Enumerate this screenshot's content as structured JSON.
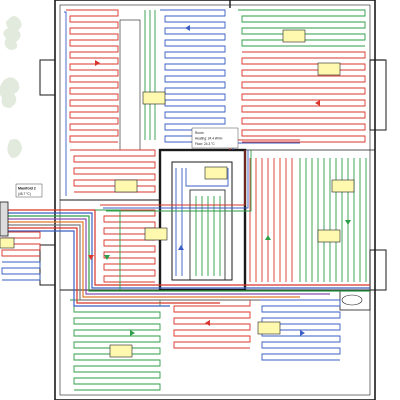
{
  "manifold": {
    "title": "Manifold 2",
    "temp": "(45.7 °C)"
  },
  "room_center": {
    "line1": "Room",
    "line2": "Heating: 24.4 W/m²",
    "line3": "Floor: 24.3 °C"
  },
  "colors": {
    "red": "#d9342b",
    "blue": "#3b5fc4",
    "green": "#2e9e47",
    "purple": "#8a4fb3",
    "orange": "#e07b2a",
    "gray": "#7a7a7a",
    "wall": "#1a1a1a",
    "tag": "#fff9b0"
  }
}
